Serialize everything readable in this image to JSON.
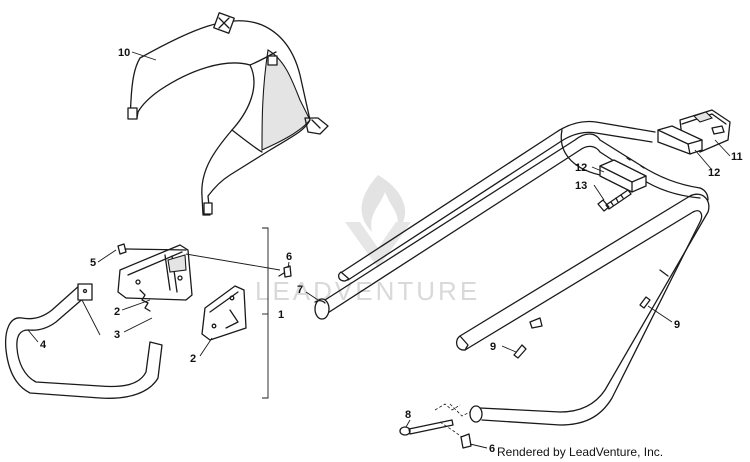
{
  "watermark": {
    "text": "LEADVENTURE"
  },
  "credit": {
    "text": "Rendered by LeadVenture, Inc."
  },
  "callouts": {
    "c10": "10",
    "c5": "5",
    "c6a": "6",
    "c7": "7",
    "c1": "1",
    "c2a": "2",
    "c3": "3",
    "c4": "4",
    "c2b": "2",
    "c11": "11",
    "c12a": "12",
    "c12b": "12",
    "c13": "13",
    "c9a": "9",
    "c9b": "9",
    "c8": "8",
    "c6b": "6"
  }
}
